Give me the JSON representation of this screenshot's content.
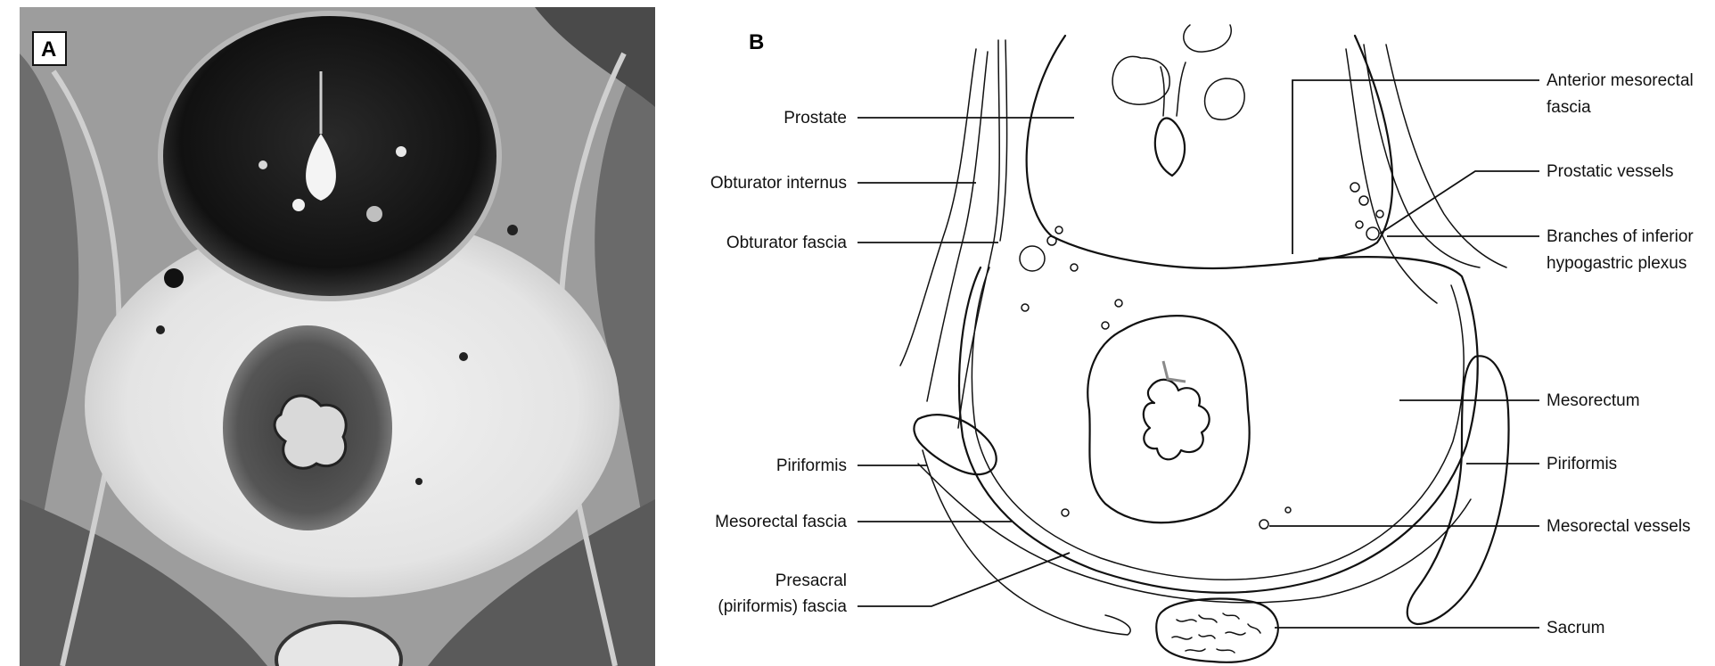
{
  "panels": {
    "a": {
      "letter": "A"
    },
    "b": {
      "letter": "B"
    }
  },
  "labels": {
    "prostate": "Prostate",
    "obturator_internus": "Obturator internus",
    "obturator_fascia": "Obturator fascia",
    "piriformis_left": "Piriformis",
    "mesorectal_fascia": "Mesorectal fascia",
    "presacral_line1": "Presacral",
    "presacral_line2": "(piriformis) fascia",
    "anterior_mesorectal_line1": "Anterior mesorectal",
    "anterior_mesorectal_line2": "fascia",
    "prostatic_vessels": "Prostatic vessels",
    "branches_line1": "Branches of inferior",
    "branches_line2": "hypogastric plexus",
    "mesorectum": "Mesorectum",
    "piriformis_right": "Piriformis",
    "mesorectal_vessels": "Mesorectal vessels",
    "sacrum": "Sacrum"
  }
}
